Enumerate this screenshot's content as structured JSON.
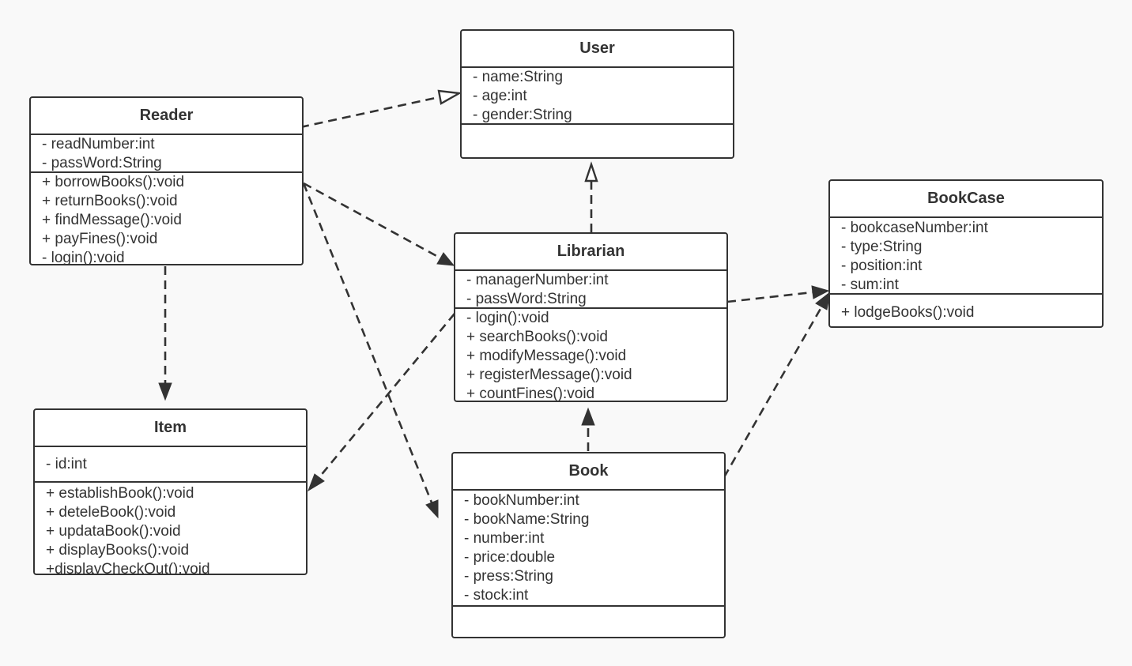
{
  "classes": {
    "user": {
      "name": "User",
      "attributes": [
        "- name:String",
        "- age:int",
        "- gender:String"
      ],
      "operations": []
    },
    "reader": {
      "name": "Reader",
      "attributes": [
        "- readNumber:int",
        "- passWord:String"
      ],
      "operations": [
        "+ borrowBooks():void",
        "+ returnBooks():void",
        "+ findMessage():void",
        "+ payFines():void",
        "- login():void"
      ]
    },
    "librarian": {
      "name": "Librarian",
      "attributes": [
        "- managerNumber:int",
        "- passWord:String"
      ],
      "operations": [
        "-  login():void",
        "+ searchBooks():void",
        "+ modifyMessage():void",
        "+ registerMessage():void",
        "+ countFines():void"
      ]
    },
    "bookcase": {
      "name": "BookCase",
      "attributes": [
        "- bookcaseNumber:int",
        "- type:String",
        "- position:int",
        "- sum:int"
      ],
      "operations": [
        "+ lodgeBooks():void"
      ]
    },
    "item": {
      "name": "Item",
      "attributes": [
        "- id:int"
      ],
      "operations": [
        "+ establishBook():void",
        "+ deteleBook():void",
        "+ updataBook():void",
        "+ displayBooks():void",
        "+displayCheckOut():void"
      ]
    },
    "book": {
      "name": "Book",
      "attributes": [
        "- bookNumber:int",
        "- bookName:String",
        "- number:int",
        "- price:double",
        "- press:String",
        "- stock:int"
      ],
      "operations": []
    }
  },
  "relations": [
    {
      "from": "reader",
      "to": "user",
      "kind": "realization"
    },
    {
      "from": "librarian",
      "to": "user",
      "kind": "realization"
    },
    {
      "from": "reader",
      "to": "librarian",
      "kind": "dependency"
    },
    {
      "from": "reader",
      "to": "item",
      "kind": "dependency"
    },
    {
      "from": "reader",
      "to": "book",
      "kind": "dependency"
    },
    {
      "from": "librarian",
      "to": "item",
      "kind": "dependency"
    },
    {
      "from": "librarian",
      "to": "bookcase",
      "kind": "dependency"
    },
    {
      "from": "book",
      "to": "librarian",
      "kind": "dependency"
    },
    {
      "from": "book",
      "to": "bookcase",
      "kind": "dependency"
    }
  ],
  "colors": {
    "background": "#f9f9f9",
    "stroke": "#333333",
    "box_fill": "#ffffff"
  }
}
